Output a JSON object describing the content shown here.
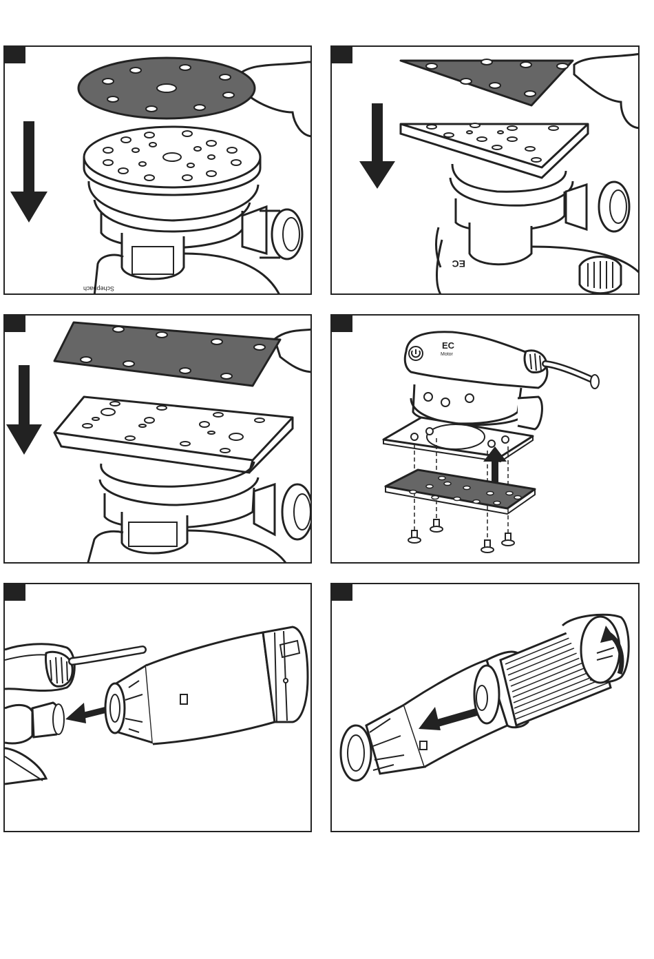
{
  "panels": [
    {
      "id": "panel-1",
      "subject": "round sanding pad"
    },
    {
      "id": "panel-2",
      "subject": "delta sanding pad"
    },
    {
      "id": "panel-3",
      "subject": "rectangular sanding pad"
    },
    {
      "id": "panel-4",
      "subject": "pad replacement with screws"
    },
    {
      "id": "panel-5",
      "subject": "dust container attach"
    },
    {
      "id": "panel-6",
      "subject": "dust filter removal"
    }
  ],
  "tool_marking": {
    "ec": "EC",
    "motor": "Motor",
    "brand": "Scheppach"
  },
  "colors": {
    "line": "#222222",
    "sheet": "#666666",
    "background": "#ffffff"
  }
}
